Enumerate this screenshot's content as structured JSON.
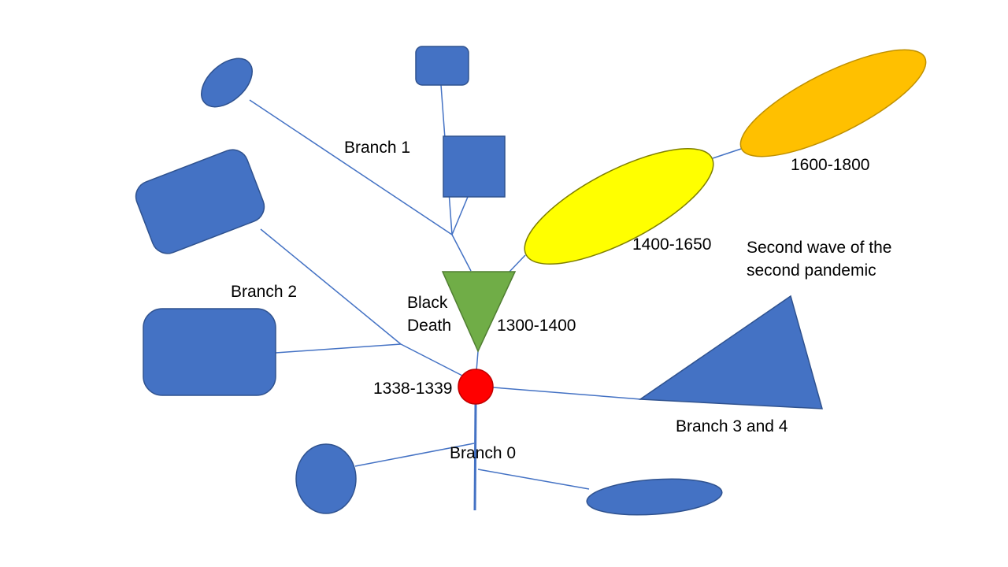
{
  "colors": {
    "background": "#FFFFFF",
    "text": "#000000",
    "line": "#4472C4",
    "shape_blue": "#4472C4",
    "shape_blue_stroke": "#2F528F",
    "green": "#70AD47",
    "green_stroke": "#507E32",
    "red": "#FF0000",
    "red_stroke": "#C00000",
    "yellow": "#FFFF00",
    "yellow_stroke": "#7F7F00",
    "orange": "#FFC000",
    "orange_stroke": "#BF9000"
  },
  "labels": {
    "branch1": "Branch 1",
    "branch2": "Branch 2",
    "black_death": "Black\nDeath",
    "range_1300_1400": "1300-1400",
    "range_1400_1650": "1400-1650",
    "range_1600_1800": "1600-1800",
    "second_wave": "Second wave of the\nsecond pandemic",
    "origin_1338_1339": "1338-1339",
    "branch3_and_4": "Branch 3 and 4",
    "branch0": "Branch 0"
  }
}
